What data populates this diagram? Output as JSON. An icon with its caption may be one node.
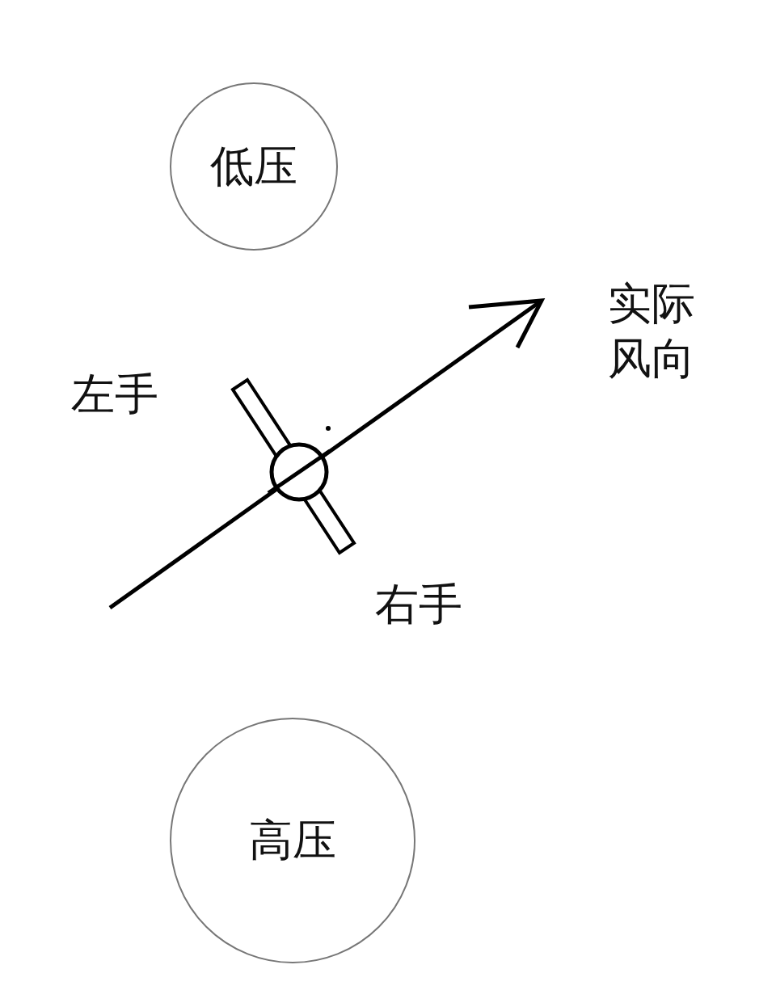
{
  "diagram": {
    "nodes": [
      {
        "text": [
          "低压"
        ]
      },
      {
        "text": [
          "高压"
        ]
      }
    ],
    "labels": [
      "实际风向",
      "左手",
      "右手"
    ]
  }
}
